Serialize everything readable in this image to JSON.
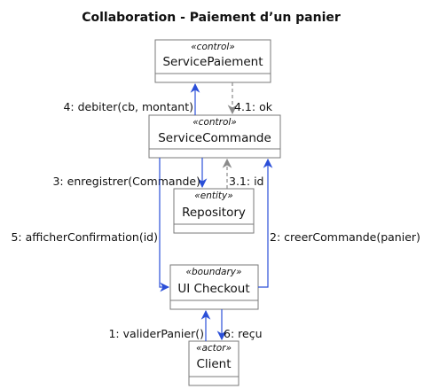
{
  "title": "Collaboration - Paiement d’un panier",
  "colors": {
    "call_arrow": "#2b4fd8",
    "return_arrow": "#8a8a8a",
    "box_border": "#7a7a7a",
    "box_fill": "#ffffff",
    "text": "#111111"
  },
  "participants": {
    "service_paiement": {
      "stereotype": "«control»",
      "name": "ServicePaiement"
    },
    "service_commande": {
      "stereotype": "«control»",
      "name": "ServiceCommande"
    },
    "repository": {
      "stereotype": "«entity»",
      "name": "Repository"
    },
    "ui_checkout": {
      "stereotype": "«boundary»",
      "name": "UI Checkout"
    },
    "client": {
      "stereotype": "«actor»",
      "name": "Client"
    }
  },
  "messages": {
    "m1": "1: validerPanier()",
    "m2": "2: creerCommande(panier)",
    "m3": "3: enregistrer(Commande)",
    "m3_1": "3.1: id",
    "m4": "4: debiter(cb, montant)",
    "m4_1": "4.1: ok",
    "m5": "5: afficherConfirmation(id)",
    "m6": "6: reçu"
  }
}
